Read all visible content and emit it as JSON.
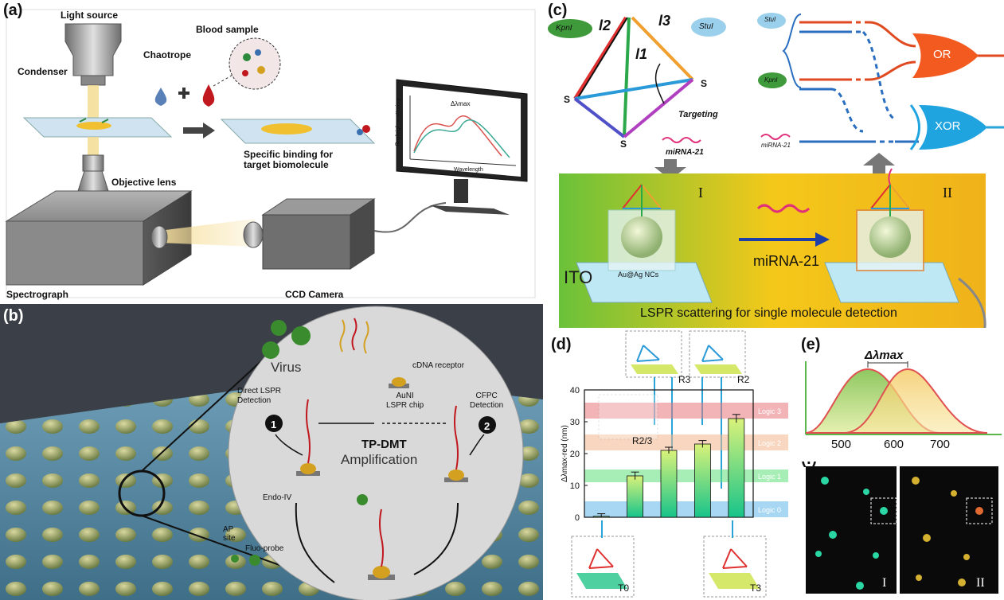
{
  "panels": {
    "a": {
      "label": "(a)",
      "light_source": "Light source",
      "condenser": "Condenser",
      "blood_sample": "Blood sample",
      "chaotrope": "Chaotrope",
      "specific_binding_1": "Specific binding for",
      "specific_binding_2": "target biomolecule",
      "objective_lens": "Objective lens",
      "spectrograph": "Spectrograph",
      "ccd_camera": "CCD Camera",
      "monitor_ylabel": "Rayleigh scattering",
      "monitor_xlabel": "Wavelength",
      "monitor_delta": "Δλmax"
    },
    "b": {
      "label": "(b)",
      "virus": "Virus",
      "cdna_receptor": "cDNA receptor",
      "direct_lspr_1": "Direct LSPR",
      "direct_lspr_2": "Detection",
      "auni_1": "AuNI",
      "auni_2": "LSPR chip",
      "cfpc_1": "CFPC",
      "cfpc_2": "Detection",
      "step1": "1",
      "step2": "2",
      "tpdmt": "TP-DMT",
      "amplification": "Amplification",
      "endo": "Endo-IV",
      "ap_1": "AP",
      "ap_2": "site",
      "fluo": "Fluo-probe"
    },
    "c": {
      "label": "(c)",
      "kpn": "KpnI",
      "stu": "StuI",
      "l1": "l1",
      "l2": "l2",
      "l3": "l3",
      "s": "S",
      "targeting": "Targeting",
      "mirna": "miRNA-21",
      "or_gate": "OR",
      "xor_gate": "XOR",
      "roman1": "I",
      "roman2": "II",
      "ito": "ITO",
      "auag": "Au@Ag NCs",
      "mirna_arrow": "miRNA-21",
      "lspr_caption": "LSPR scattering for single molecule detection"
    },
    "d": {
      "label": "(d)",
      "r3": "R3",
      "r2": "R2",
      "r23": "R2/3",
      "t0": "T0",
      "t3": "T3",
      "logic3": "Logic 3",
      "logic2": "Logic 2",
      "logic1": "Logic 1",
      "logic0": "Logic 0"
    },
    "e": {
      "label": "(e)",
      "delta": "Δλmax",
      "ticks": [
        "500",
        "600",
        "700"
      ]
    },
    "f": {
      "label": "(f)",
      "roman1": "I",
      "roman2": "II"
    }
  },
  "colors": {
    "bar_top": "#d9f27a",
    "bar_bottom": "#17c48a",
    "logic3": "#e8777c",
    "logic2": "#f2b58a",
    "logic1": "#5fe07a",
    "logic0": "#5fb6e8"
  },
  "chart_data": {
    "type": "bar",
    "categories": [
      "T0",
      "R2/3",
      "R3",
      "R2",
      "T3"
    ],
    "values": [
      0.3,
      13,
      21,
      23,
      31
    ],
    "errors": [
      0.8,
      1.2,
      1.0,
      1.1,
      1.3
    ],
    "ylabel": "Δλmax-red (nm)",
    "ylim": [
      0,
      40
    ],
    "yticks": [
      "0",
      "10",
      "20",
      "30",
      "40"
    ],
    "bands": [
      {
        "name": "Logic 3",
        "range": [
          31,
          36
        ]
      },
      {
        "name": "Logic 2",
        "range": [
          21,
          26
        ]
      },
      {
        "name": "Logic 1",
        "range": [
          11,
          15
        ]
      },
      {
        "name": "Logic 0",
        "range": [
          0,
          5
        ]
      }
    ]
  }
}
